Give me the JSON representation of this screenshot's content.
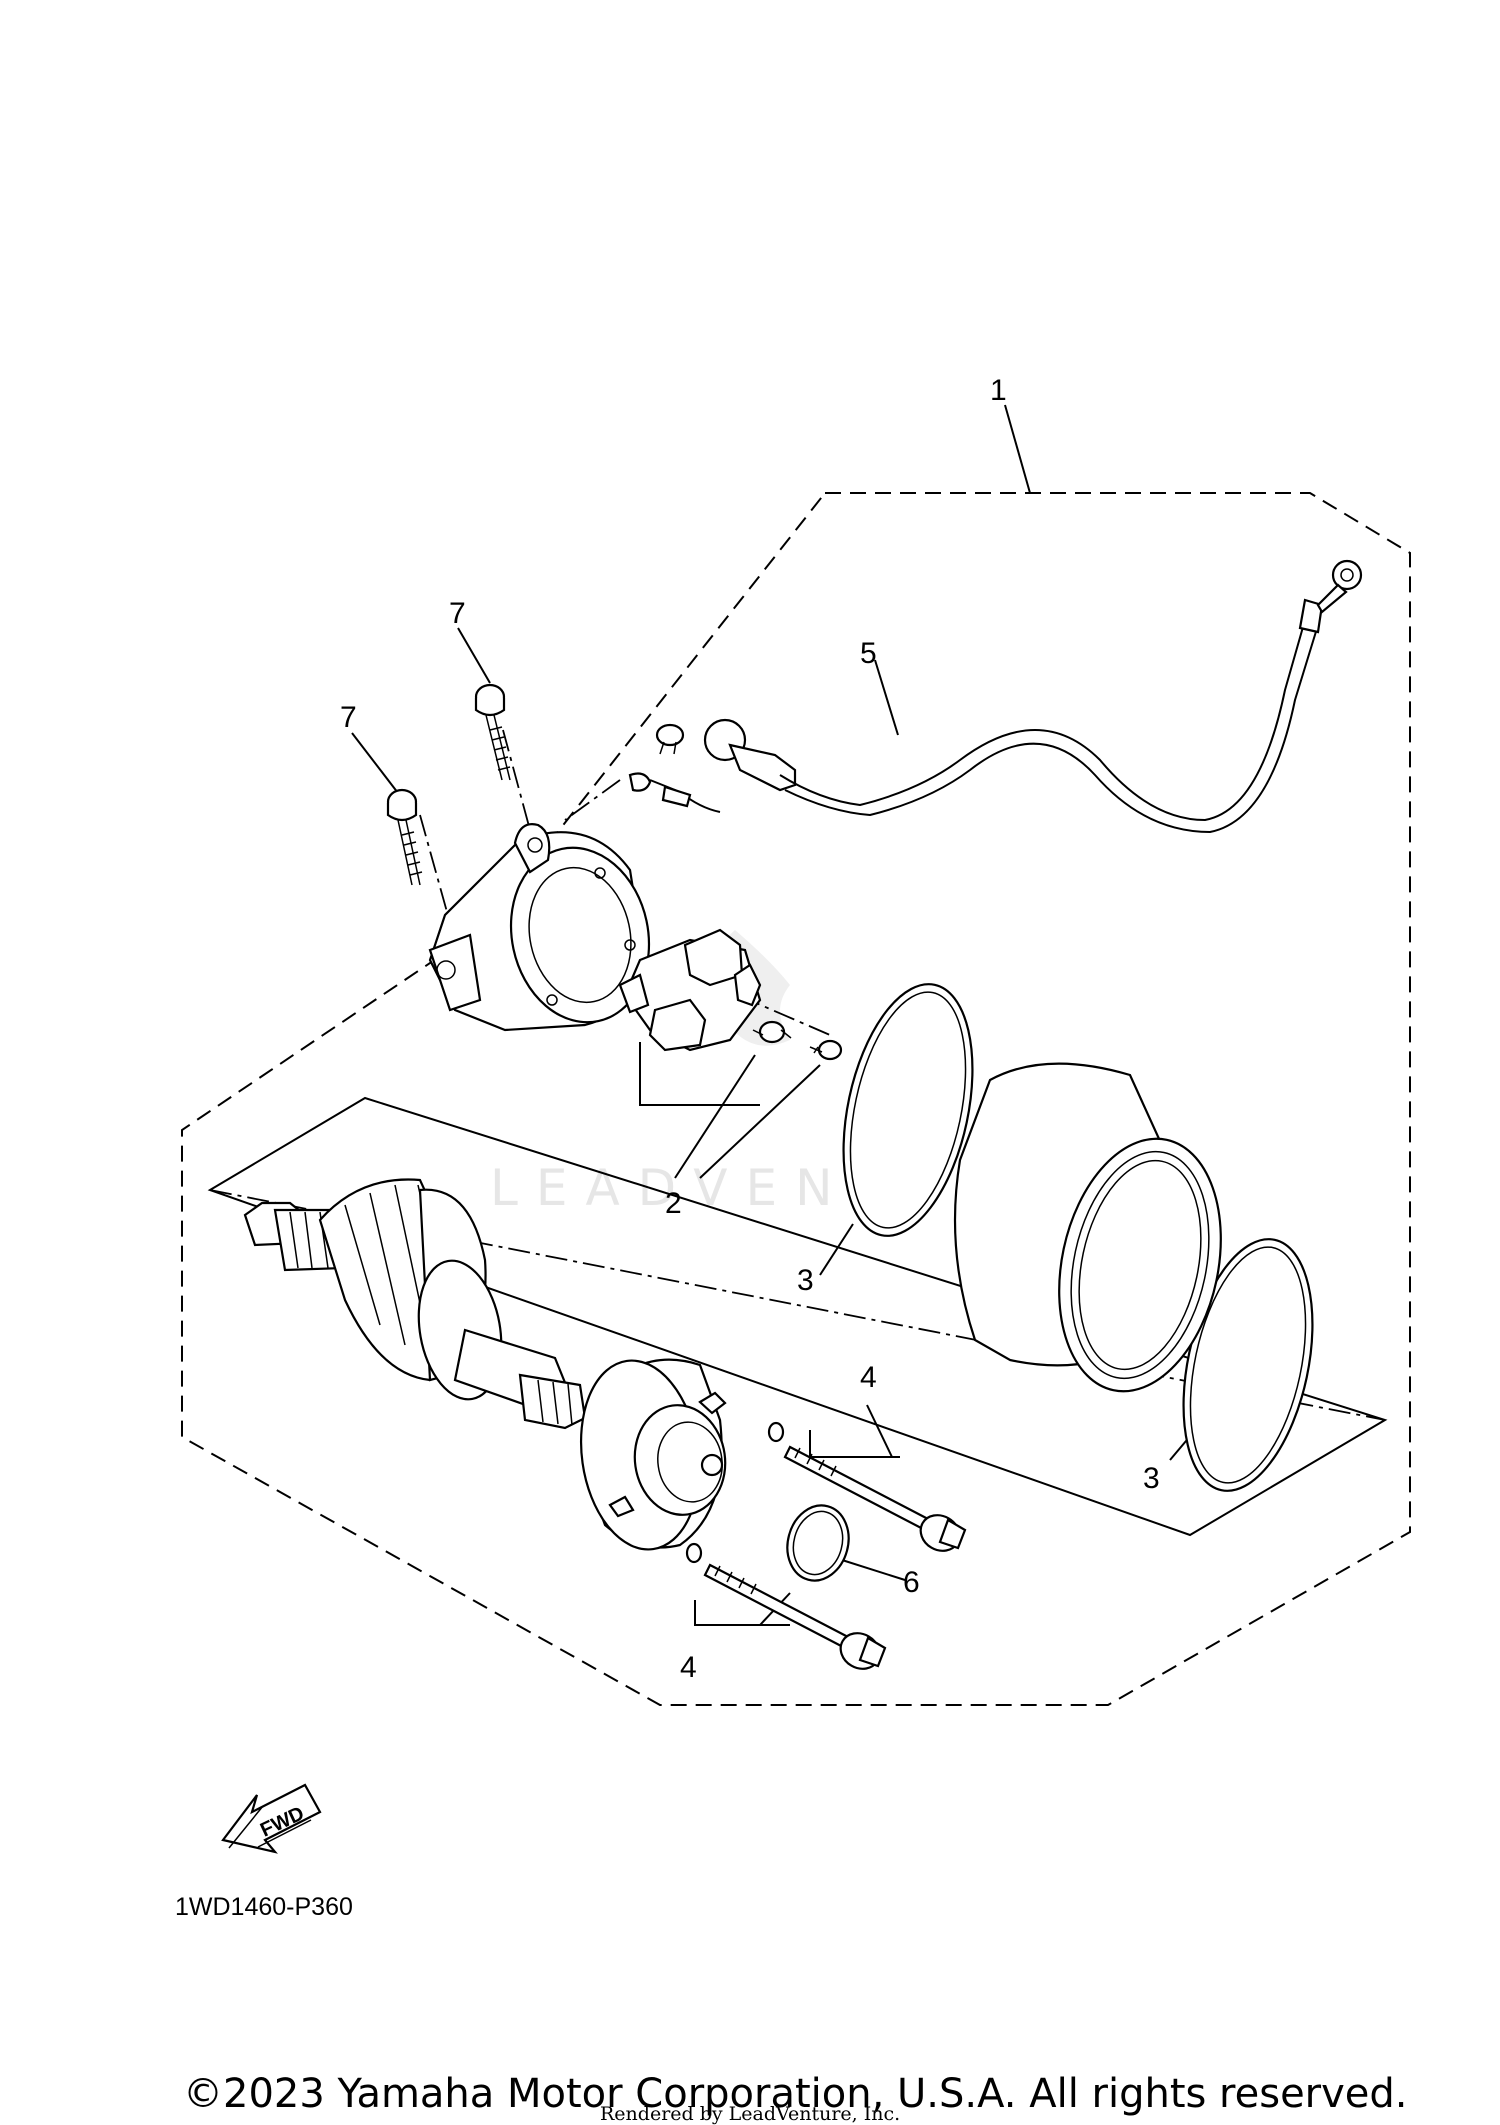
{
  "callouts": {
    "c1": "1",
    "c2": "2",
    "c3a": "3",
    "c3b": "3",
    "c4a": "4",
    "c4b": "4",
    "c5": "5",
    "c6": "6",
    "c7a": "7",
    "c7b": "7"
  },
  "watermark": "LEADVENTURE",
  "fwd_label": "FWD",
  "diagram_code": "1WD1460-P360",
  "copyright": "©2023 Yamaha Motor Corporation, U.S.A. All rights reserved.",
  "rendered_by": "Rendered by LeadVenture, Inc."
}
